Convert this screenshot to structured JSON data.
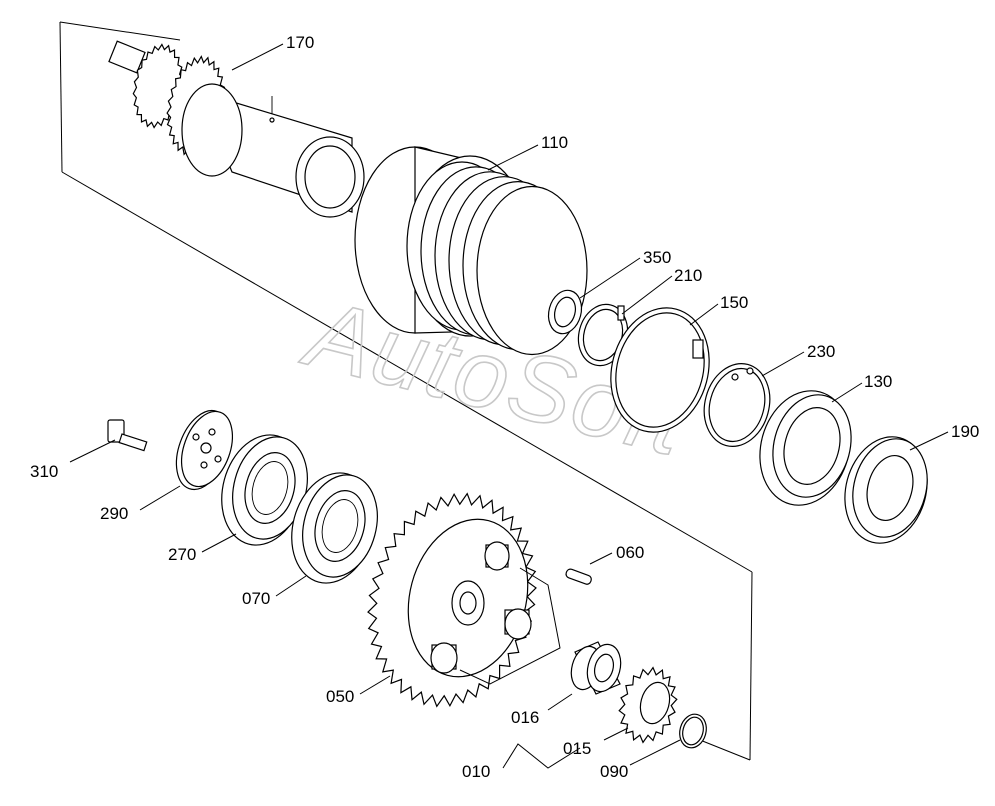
{
  "watermark": "AutoSoft",
  "labels": [
    {
      "id": "170",
      "text": "170"
    },
    {
      "id": "110",
      "text": "110"
    },
    {
      "id": "350",
      "text": "350"
    },
    {
      "id": "210",
      "text": "210"
    },
    {
      "id": "150",
      "text": "150"
    },
    {
      "id": "230",
      "text": "230"
    },
    {
      "id": "130",
      "text": "130"
    },
    {
      "id": "190",
      "text": "190"
    },
    {
      "id": "310",
      "text": "310"
    },
    {
      "id": "290",
      "text": "290"
    },
    {
      "id": "270",
      "text": "270"
    },
    {
      "id": "070",
      "text": "070"
    },
    {
      "id": "060",
      "text": "060"
    },
    {
      "id": "050",
      "text": "050"
    },
    {
      "id": "016",
      "text": "016"
    },
    {
      "id": "015",
      "text": "015"
    },
    {
      "id": "010",
      "text": "010"
    },
    {
      "id": "090",
      "text": "090"
    }
  ]
}
